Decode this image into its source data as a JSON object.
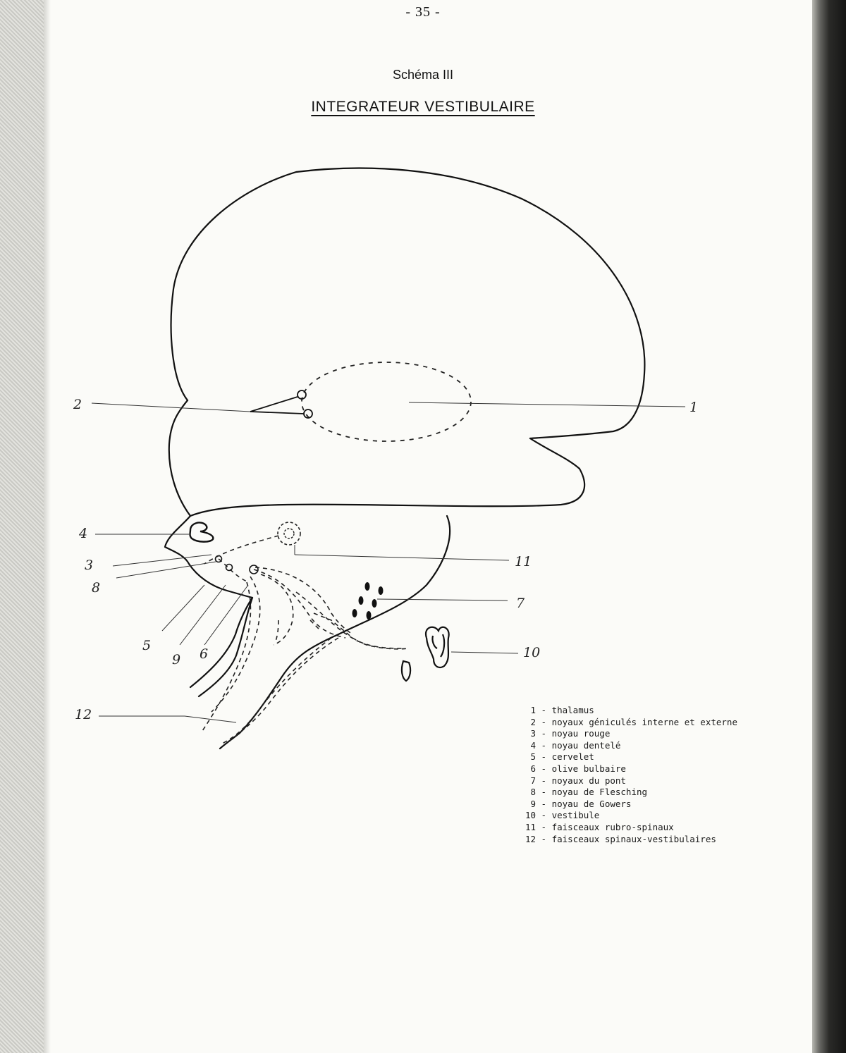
{
  "page": {
    "number": "- 35 -",
    "title": "Schéma III",
    "subtitle": "INTEGRATEUR VESTIBULAIRE"
  },
  "diagram": {
    "callouts": [
      "1",
      "2",
      "3",
      "4",
      "5",
      "6",
      "7",
      "8",
      "9",
      "10",
      "11",
      "12"
    ]
  },
  "legend": [
    {
      "num": "1",
      "label": "thalamus"
    },
    {
      "num": "2",
      "label": "noyaux géniculés interne et externe"
    },
    {
      "num": "3",
      "label": "noyau rouge"
    },
    {
      "num": "4",
      "label": "noyau dentelé"
    },
    {
      "num": "5",
      "label": "cervelet"
    },
    {
      "num": "6",
      "label": "olive bulbaire"
    },
    {
      "num": "7",
      "label": "noyaux du pont"
    },
    {
      "num": "8",
      "label": "noyau de Flesching"
    },
    {
      "num": "9",
      "label": "noyau de Gowers"
    },
    {
      "num": "10",
      "label": "vestibule"
    },
    {
      "num": "11",
      "label": "faisceaux rubro-spinaux"
    },
    {
      "num": "12",
      "label": "faisceaux spinaux-vestibulaires"
    }
  ],
  "colors": {
    "ink": "#111111",
    "paper": "#fbfbf8"
  }
}
